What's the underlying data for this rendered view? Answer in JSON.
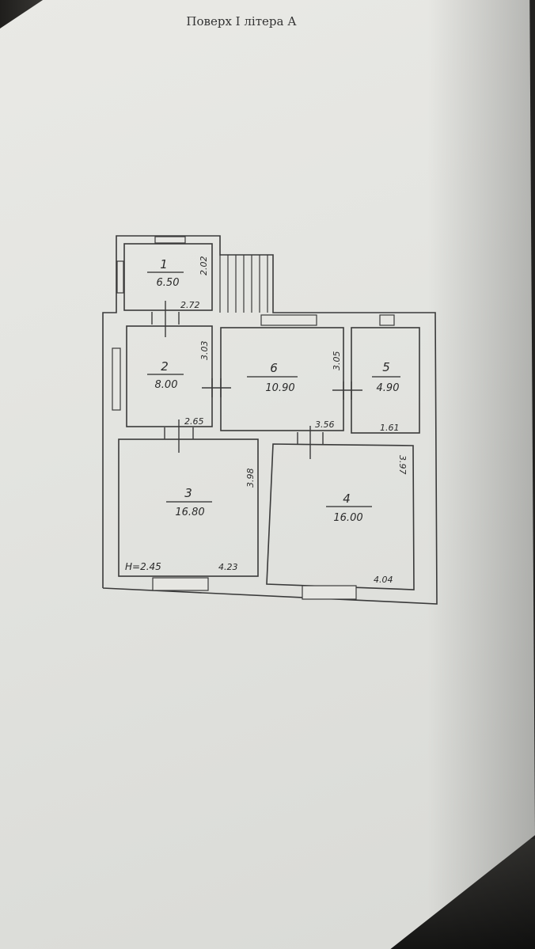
{
  "document": {
    "title": "Поверх І літера А"
  },
  "floor_plan": {
    "rooms": [
      {
        "number": "1",
        "area": "6.50"
      },
      {
        "number": "2",
        "area": "8.00"
      },
      {
        "number": "3",
        "area": "16.80"
      },
      {
        "number": "4",
        "area": "16.00"
      },
      {
        "number": "5",
        "area": "4.90"
      },
      {
        "number": "6",
        "area": "10.90"
      }
    ],
    "dimensions": [
      "2.02",
      "2.72",
      "3.03",
      "2.65",
      "3.05",
      "3.56",
      "1.61",
      "3.98",
      "4.23",
      "3.97",
      "4.04"
    ],
    "height_label": "H=2.45"
  }
}
